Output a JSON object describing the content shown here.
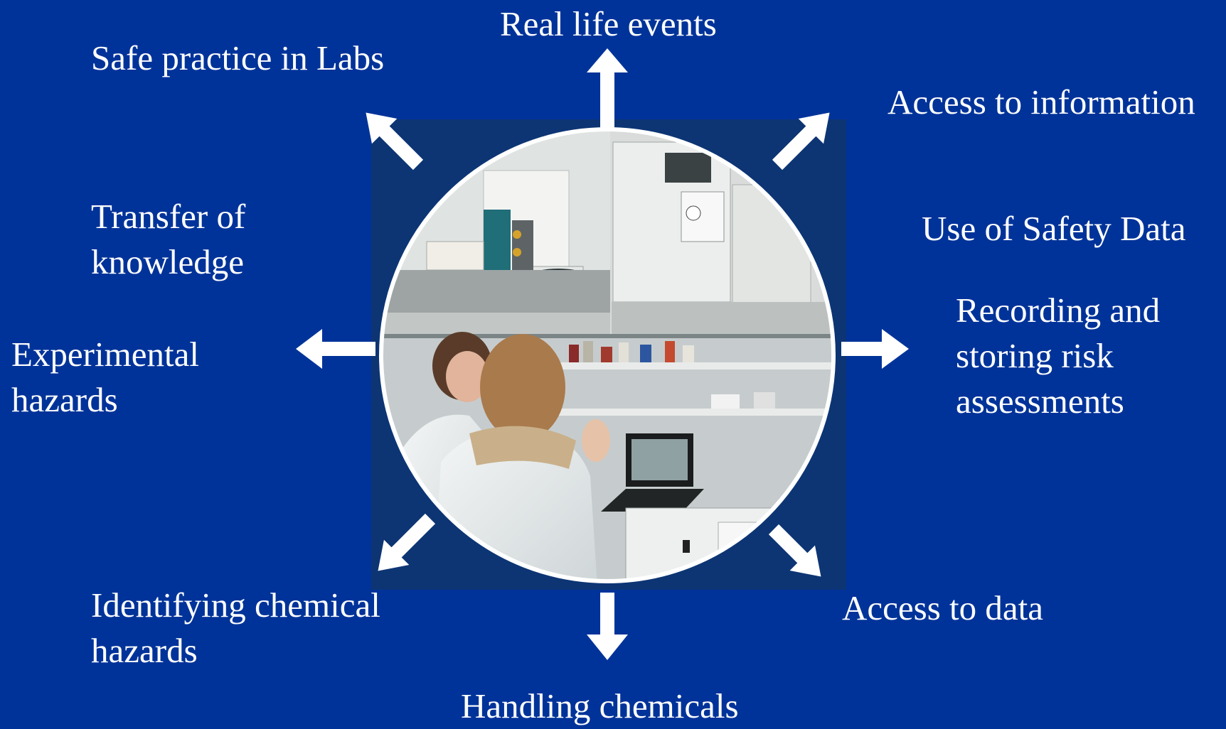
{
  "colors": {
    "background": "#003399",
    "photo_backdrop": "#0d3574",
    "arrow": "#ffffff",
    "text": "#ffffff"
  },
  "photo": {
    "description_icon": "laboratory-photo",
    "subjects": [
      "lab-instruments",
      "two-researchers-in-lab-coats",
      "laptop"
    ]
  },
  "labels": {
    "top": [
      "Real life events"
    ],
    "top_left": [
      "Safe practice in Labs"
    ],
    "top_right": [
      "Access to information"
    ],
    "right_upper": [
      "Use of Safety Data"
    ],
    "right": [
      "Recording and",
      "storing risk",
      "assessments"
    ],
    "left_upper": [
      "Transfer of",
      "knowledge"
    ],
    "left": [
      "Experimental",
      "hazards"
    ],
    "bottom_left": [
      "Identifying chemical",
      "hazards"
    ],
    "bottom_right": [
      "Access to data"
    ],
    "bottom": [
      "Handling chemicals"
    ]
  }
}
